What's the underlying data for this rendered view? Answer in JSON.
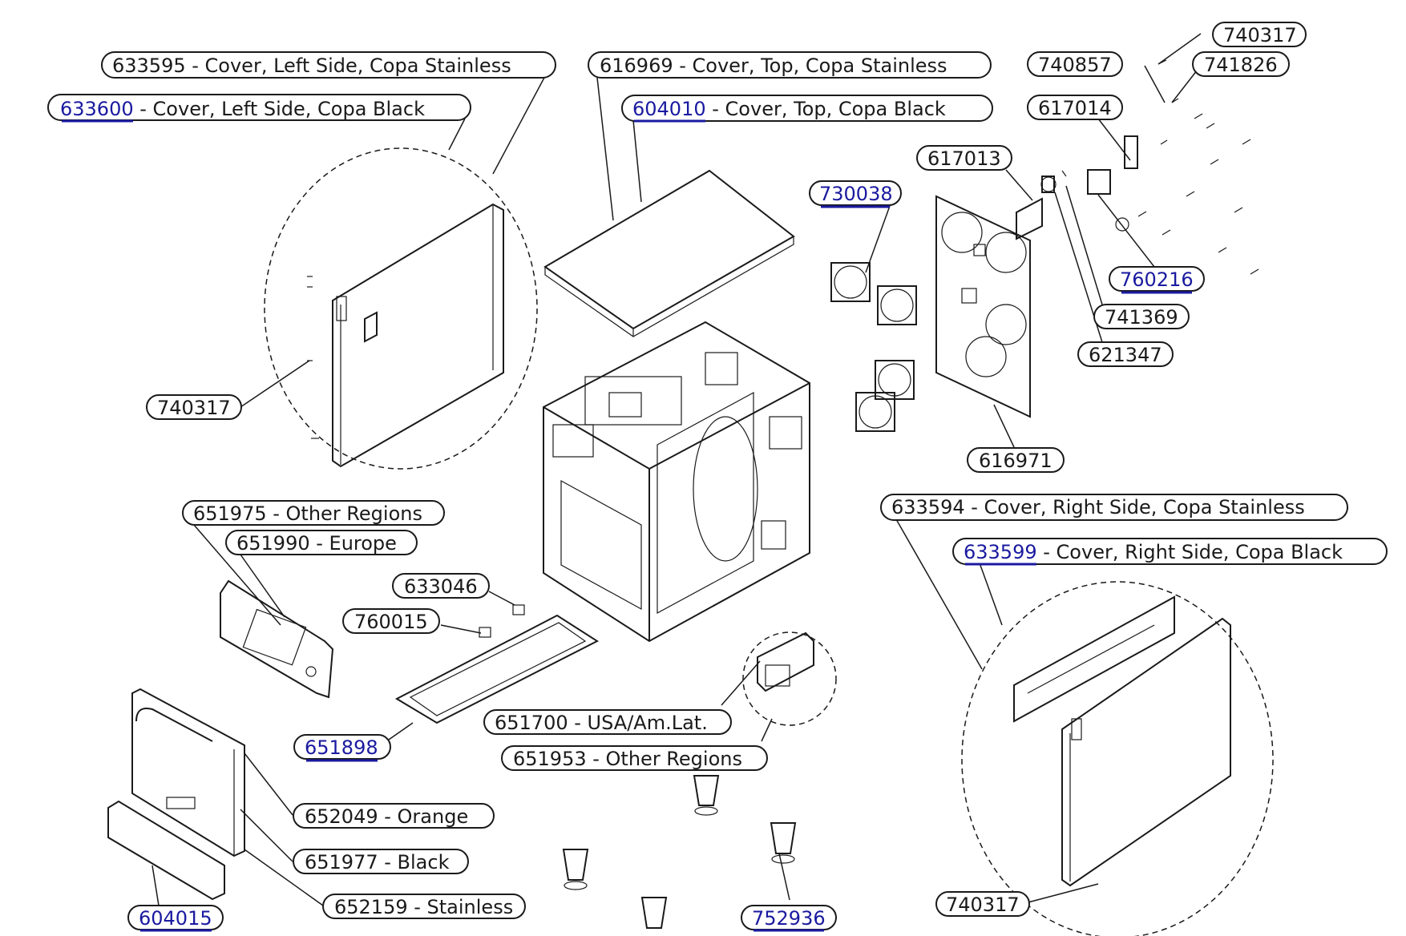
{
  "labels": {
    "c633595": "633595 - Cover, Left Side, Copa Stainless",
    "c633600_num": "633600",
    "c633600_rest": " - Cover, Left Side, Copa Black",
    "c616969": "616969 - Cover, Top, Copa Stainless",
    "c604010_num": "604010",
    "c604010_rest": " - Cover, Top, Copa Black",
    "c740317_top": "740317",
    "c740857": "740857",
    "c741826": "741826",
    "c617014": "617014",
    "c617013": "617013",
    "c730038": "730038",
    "c760216": "760216",
    "c741369": "741369",
    "c621347": "621347",
    "c740317_left": "740317",
    "c616971": "616971",
    "c633594": "633594 - Cover, Right Side, Copa Stainless",
    "c633599_num": "633599",
    "c633599_rest": " - Cover, Right Side, Copa Black",
    "c651975": "651975 - Other Regions",
    "c651990": "651990 - Europe",
    "c633046": "633046",
    "c760015": "760015",
    "c651700": "651700 - USA/Am.Lat.",
    "c651898": "651898",
    "c651953": "651953 - Other Regions",
    "c652049": "652049 - Orange",
    "c651977": "651977 - Black",
    "c652159": "652159 - Stainless",
    "c604015": "604015",
    "c752936": "752936",
    "c740317_bottom": "740317"
  },
  "colors": {
    "line": "#1a1a1a",
    "link": "#1a1aa0",
    "background": "#ffffff"
  }
}
